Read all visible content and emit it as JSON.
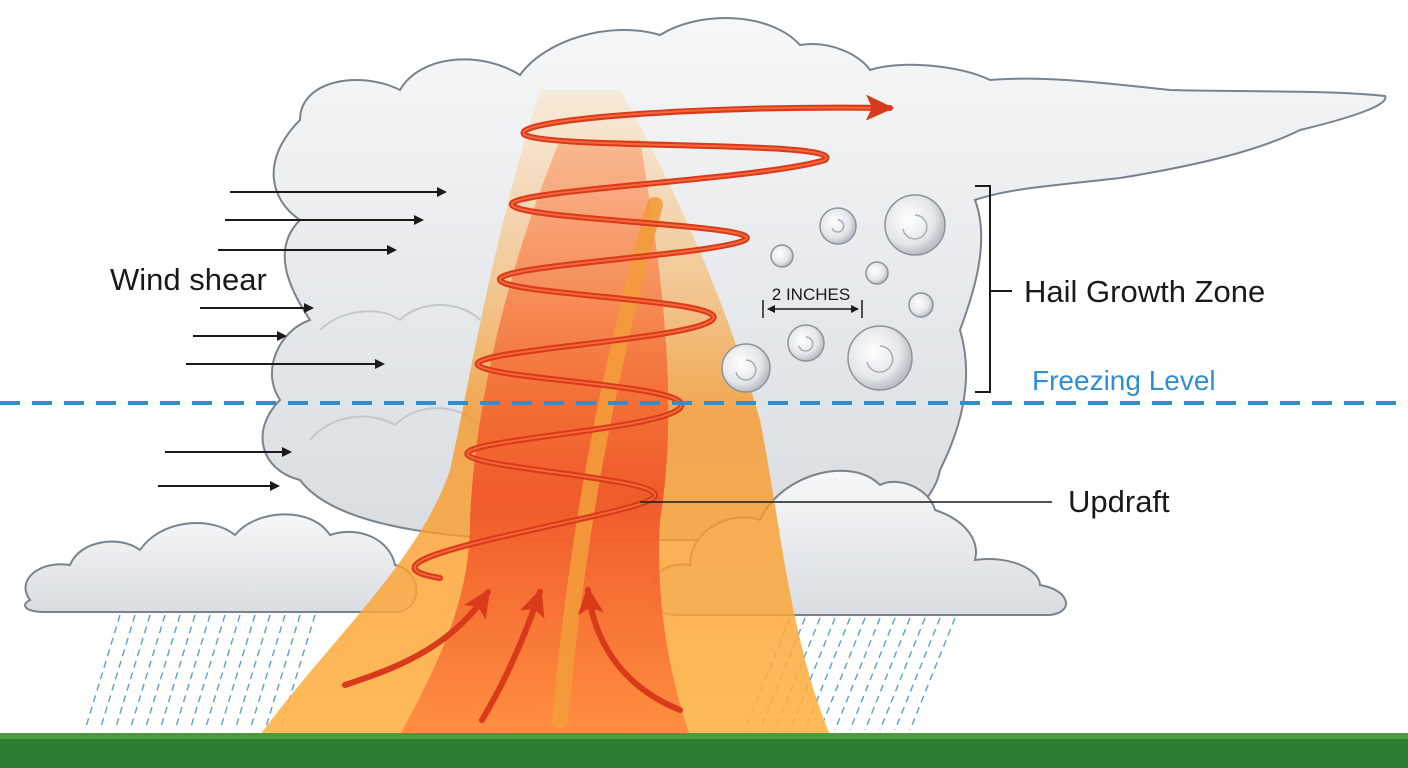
{
  "labels": {
    "wind_shear": "Wind shear",
    "hail_growth_zone": "Hail Growth Zone",
    "freezing_level": "Freezing Level",
    "updraft": "Updraft",
    "hail_size": "2 INCHES"
  },
  "colors": {
    "freezing_line": "#2f8fd0",
    "spiral": "#d93a1a",
    "updraft_core": "#f7931e",
    "ground": "#2e7d32",
    "rain": "#5aa0cf",
    "cloud_fill": "#e9ecef",
    "cloud_stroke": "#7a838c"
  }
}
